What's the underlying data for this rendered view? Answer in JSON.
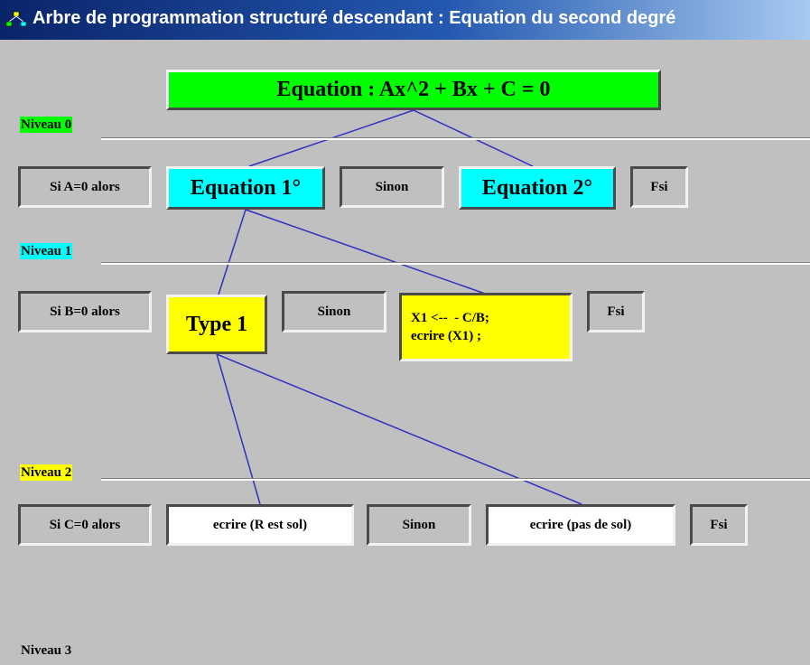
{
  "window": {
    "title": "Arbre de programmation structuré descendant : Equation du second degré",
    "icon": "tree-app-icon"
  },
  "colors": {
    "green": "#00ff00",
    "cyan": "#00ffff",
    "yellow": "#ffff00",
    "line": "#3030c0"
  },
  "levels": [
    {
      "label": "Niveau 0",
      "color": "#00ff00"
    },
    {
      "label": "Niveau 1",
      "color": "#00ffff"
    },
    {
      "label": "Niveau 2",
      "color": "#ffff00"
    },
    {
      "label": "Niveau 3",
      "color": "#c0c0c0"
    }
  ],
  "root": {
    "label": "Equation : Ax^2 + Bx + C = 0"
  },
  "row1": {
    "if": "Si A=0 alors",
    "then": "Equation 1°",
    "else": "Sinon",
    "else_node": "Equation 2°",
    "end": "Fsi"
  },
  "row2": {
    "if": "Si B=0 alors",
    "then": "Type 1",
    "else": "Sinon",
    "else_line1": "X1 <--  - C/B;",
    "else_line2": "ecrire (X1) ;",
    "end": "Fsi"
  },
  "row3": {
    "if": "Si C=0 alors",
    "then": "ecrire (R est sol)",
    "else": "Sinon",
    "else_node": "ecrire (pas de sol)",
    "end": "Fsi"
  }
}
